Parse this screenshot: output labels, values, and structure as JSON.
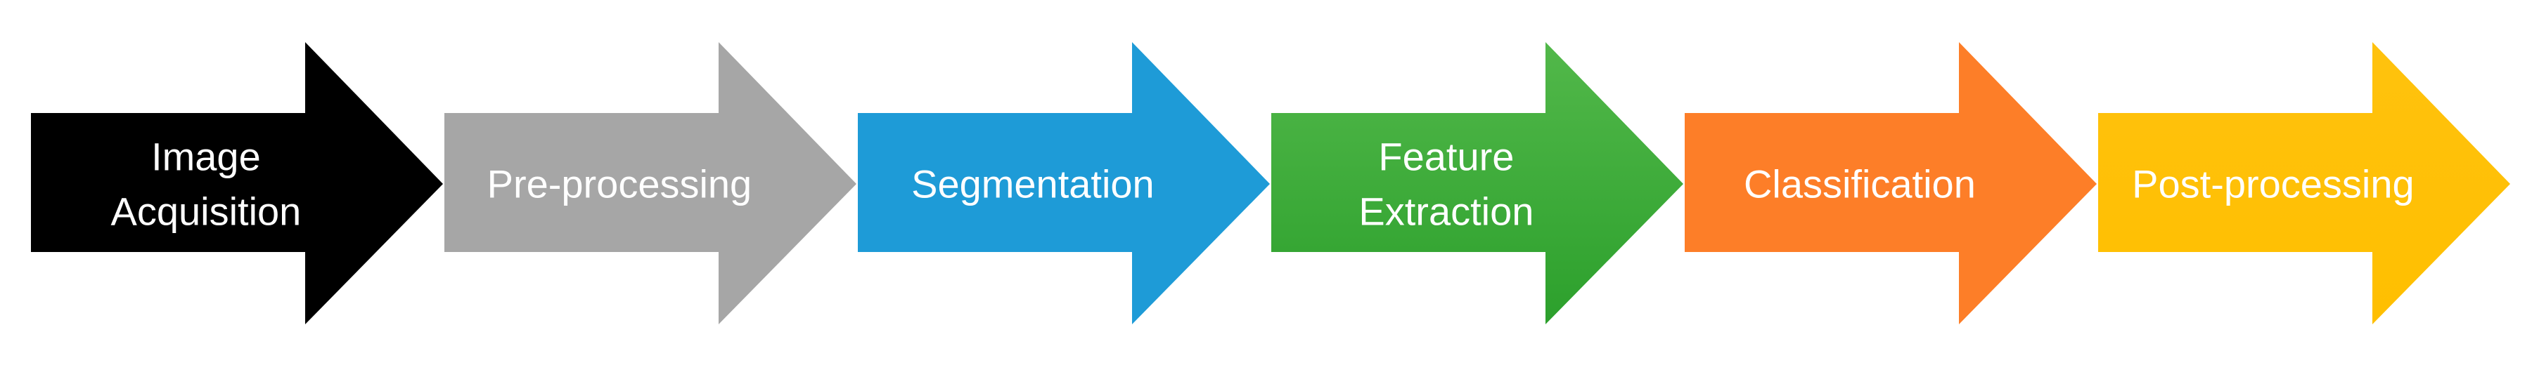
{
  "diagram": {
    "steps": [
      {
        "lines": [
          "Image",
          "Acquisition"
        ],
        "color": "#000000",
        "color_end": "#000000"
      },
      {
        "lines": [
          "Pre-processing"
        ],
        "color": "#a6a6a6",
        "color_end": "#a6a6a6"
      },
      {
        "lines": [
          "Segmentation"
        ],
        "color": "#1e9bd7",
        "color_end": "#1e9bd7"
      },
      {
        "lines": [
          "Feature",
          "Extraction"
        ],
        "color": "#52b84a",
        "color_end": "#2ca02c"
      },
      {
        "lines": [
          "Classification"
        ],
        "color": "#fd7e28",
        "color_end": "#fd7e28"
      },
      {
        "lines": [
          "Post-processing"
        ],
        "color": "#ffc20e",
        "color_end": "#ffbf00"
      }
    ]
  }
}
